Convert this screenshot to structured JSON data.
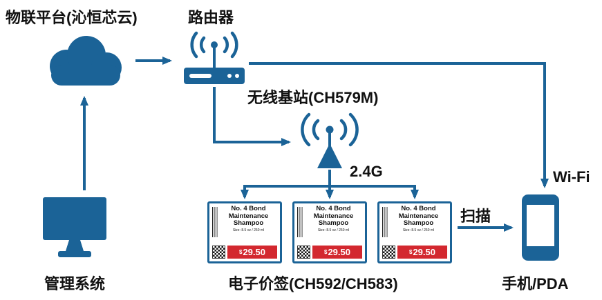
{
  "colors": {
    "primary": "#1B6397",
    "price_red": "#D3282F",
    "text": "#111111"
  },
  "nodes": {
    "iot_platform": {
      "label": "物联平台(沁恒芯云)",
      "icon": "cloud-icon"
    },
    "router": {
      "label": "路由器",
      "icon": "router-icon"
    },
    "base_station": {
      "label": "无线基站(CH579M)",
      "icon": "broadcast-antenna-icon"
    },
    "management_system": {
      "label": "管理系统",
      "icon": "desktop-computer-icon"
    },
    "esl_tags": {
      "label": "电子价签(CH592/CH583)",
      "icon": "price-tag-icon"
    },
    "phone": {
      "label": "手机/PDA",
      "icon": "smartphone-icon"
    }
  },
  "links": {
    "rf": "2.4G",
    "scan": "扫描",
    "wifi": "Wi-Fi"
  },
  "price_tag": {
    "title": "No. 4 Bond Maintenance Shampoo",
    "subtitle": "Size: 8.5 oz / 250 ml",
    "currency": "$",
    "amount": "29.50"
  }
}
